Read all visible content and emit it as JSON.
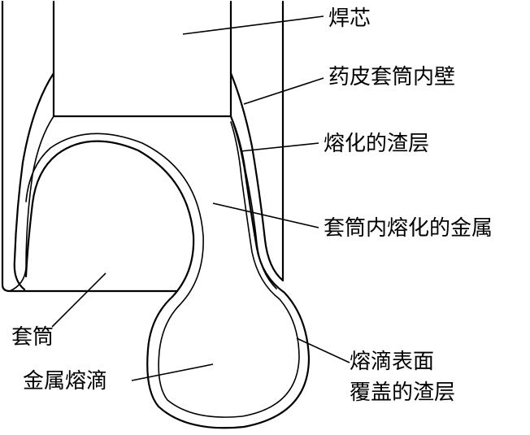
{
  "labels": {
    "core": "焊芯",
    "sleeve_inner_wall": "药皮套筒内壁",
    "molten_slag_layer": "熔化的渣层",
    "molten_metal_in_sleeve": "套筒内熔化的金属",
    "sleeve": "套筒",
    "metal_droplet": "金属熔滴",
    "droplet_surface_slag_line1": "熔滴表面",
    "droplet_surface_slag_line2": "覆盖的渣层"
  },
  "colors": {
    "stroke": "#000000",
    "background": "#ffffff"
  }
}
